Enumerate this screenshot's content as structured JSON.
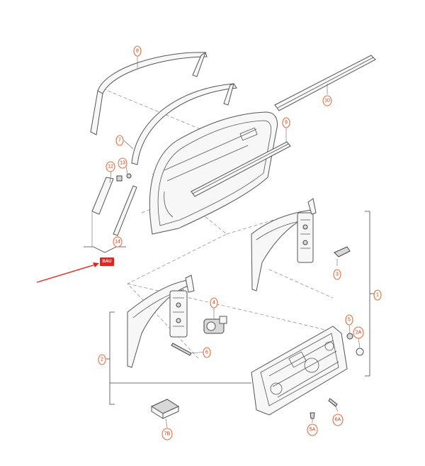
{
  "callouts": {
    "c1": "1",
    "c2": "2",
    "c2A": "2A",
    "c3": "3",
    "c4": "4",
    "c5": "5",
    "c5A": "5A",
    "c6": "6",
    "c6A": "6A",
    "c7": "7",
    "c7B": "7B",
    "c8": "8",
    "c9": "9",
    "c10": "10",
    "c12": "12",
    "c13": "13",
    "c14": "14"
  },
  "highlight_label": "BAU",
  "colors": {
    "callout_text": "#c0391e",
    "callout_ring": "#e8703a",
    "highlight": "#e8231a",
    "arrow": "#e8231a"
  }
}
